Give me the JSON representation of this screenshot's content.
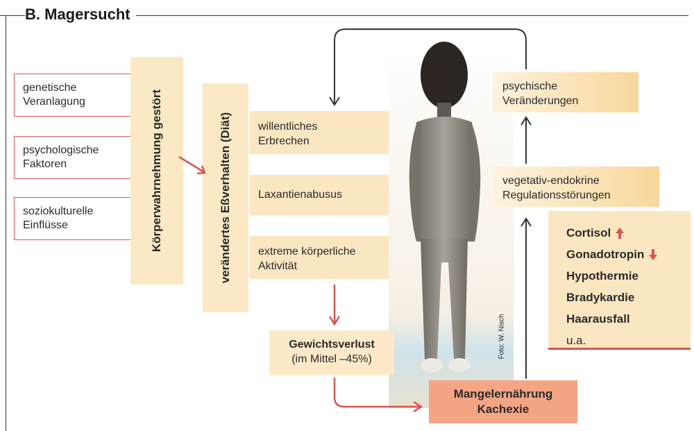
{
  "title": "B. Magersucht",
  "causes": [
    {
      "line1": "genetische",
      "line2": "Veranlagung"
    },
    {
      "line1": "psychologische",
      "line2": "Faktoren"
    },
    {
      "line1": "soziokulturelle",
      "line2": "Einflüsse"
    }
  ],
  "perception": "Körperwahrnehmung gestört",
  "behavior": "verändertes Eßverhalten (Diät)",
  "behaviors": [
    {
      "line1": "willentliches",
      "line2": "Erbrechen"
    },
    {
      "line1": "Laxantienabusus",
      "line2": ""
    },
    {
      "line1": "extreme körperliche",
      "line2": "Aktivität"
    }
  ],
  "weight_loss": {
    "line1": "Gewichtsverlust",
    "line2": "(im Mittel –45%)"
  },
  "malnutrition": {
    "line1": "Mangelernährung",
    "line2": "Kachexie"
  },
  "psychic": {
    "line1": "psychische",
    "line2": "Veränderungen"
  },
  "vegetative": {
    "line1": "vegetativ-endokrine",
    "line2": "Regulationsstörungen"
  },
  "effects": [
    {
      "label": "Cortisol",
      "trend": "up"
    },
    {
      "label": "Gonadotropin",
      "trend": "down"
    },
    {
      "label": "Hypothermie",
      "trend": ""
    },
    {
      "label": "Bradykardie",
      "trend": ""
    },
    {
      "label": "Haarausfall",
      "trend": ""
    },
    {
      "label": "u.a.",
      "trend": ""
    }
  ],
  "photo_credit": "Foto: W. Nisch",
  "colors": {
    "accent_red": "#d9534f",
    "box_light": "#fbe6c2",
    "box_salmon": "#f3a584",
    "arrow_dark": "#333333"
  },
  "icons": {
    "up": "arrow-up-icon",
    "down": "arrow-down-icon"
  }
}
